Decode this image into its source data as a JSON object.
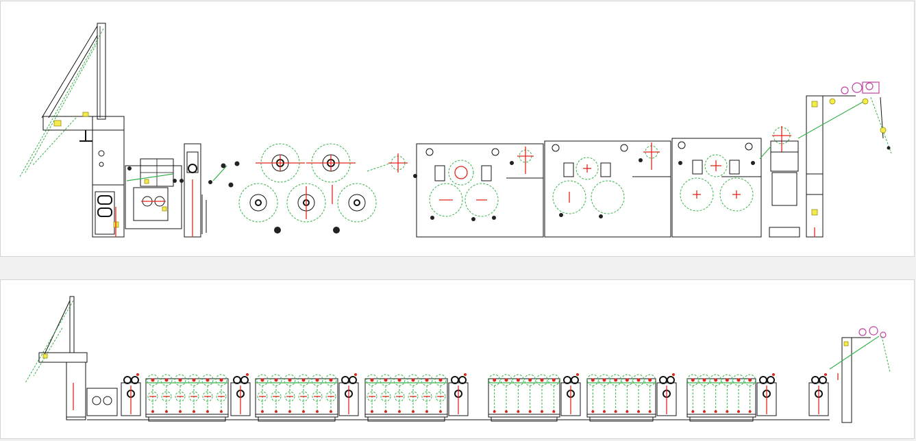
{
  "drawing": {
    "views": [
      {
        "id": "top",
        "kind": "enlarged-elevation"
      },
      {
        "id": "bottom",
        "kind": "full-line-elevation"
      }
    ]
  },
  "colors": {
    "background": "#f1f1f1",
    "panel": "#ffffff",
    "panel_border": "#d4d4d4",
    "outline": "#111111",
    "yarn_path": "#36b24a",
    "centerlines": "#e0251b",
    "labels": "#f4ec4c",
    "winder": "#c040a0"
  },
  "icons": [
    "creel-frame",
    "feed-rollers",
    "drying-cylinders",
    "godet-stand",
    "tension-unit",
    "take-up-winder"
  ]
}
